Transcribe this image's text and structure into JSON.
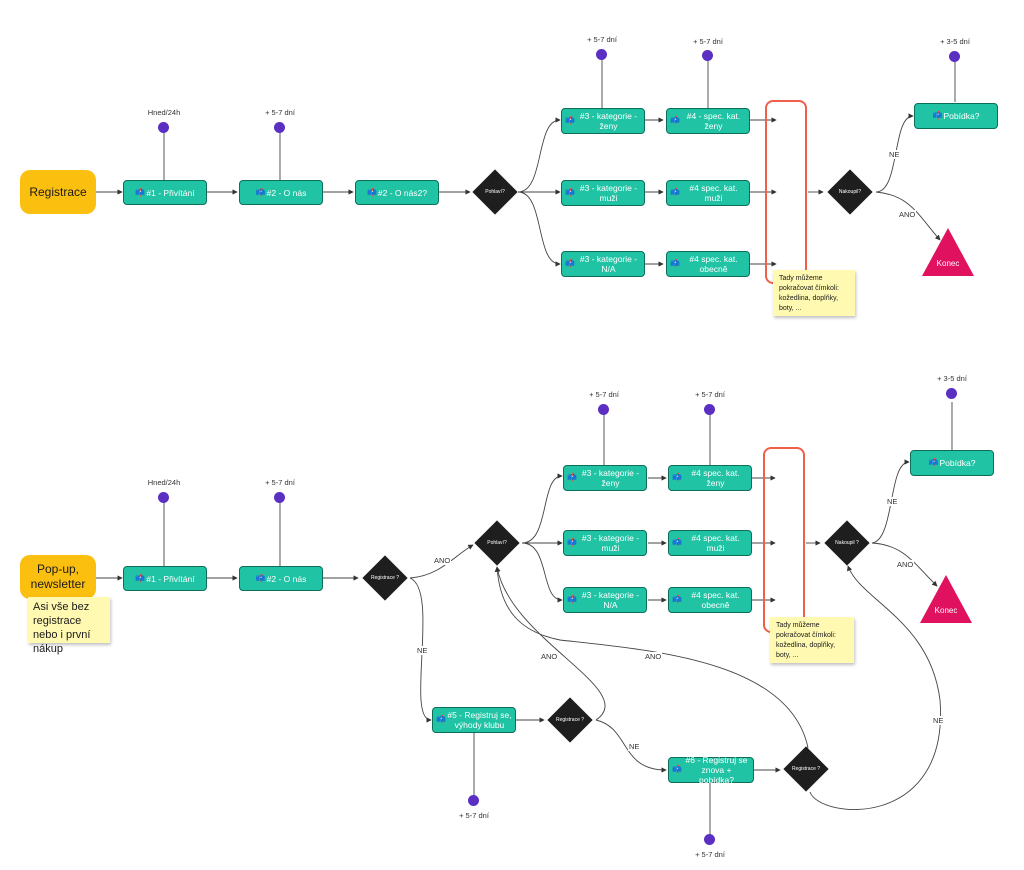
{
  "colors": {
    "teal": "#20c4a4",
    "start": "#fbbf10",
    "note": "#fff9b1",
    "decision": "#1e1e1e",
    "end": "#e0115f",
    "timer_dot": "#5b2fc2",
    "frame": "#ef5f4a"
  },
  "icons": {
    "email": "envelope-icon",
    "timer": "timer-dot"
  },
  "flow1": {
    "start": "Registrace",
    "e1": "#1 - Přivítání",
    "e2": "#2 - O nás",
    "e3": "#2 - O nás2?",
    "gender": "Pohlaví?",
    "cat_f": "#3 - kategorie - ženy",
    "cat_m": "#3 - kategorie - muži",
    "cat_na": "#3 - kategorie - N/A",
    "spec_f": "#4 - spec. kat. ženy",
    "spec_m": "#4 spec. kat. muži",
    "spec_na": "#4 spec. kat. obecně",
    "bought": "Nakoupil?",
    "offer": "Pobídka?",
    "end": "Konec",
    "note": "Tady můžeme pokračovat čímkoli: kožedlina, doplňky, boty, ...",
    "t_e1": "Hned/24h",
    "t_e2": "+ 5-7 dní",
    "t_cat": "+ 5-7 dní",
    "t_spec": "+ 5-7 dní",
    "t_offer": "+ 3-5 dní",
    "ne": "NE",
    "ano": "ANO"
  },
  "flow2": {
    "start": "Pop-up, newsletter",
    "start_note": "Asi vše bez registrace nebo i první nákup",
    "e1": "#1 - Přivítání",
    "e2": "#2 - O nás",
    "reg1": "Registrace ?",
    "gender": "Pohlaví?",
    "cat_f": "#3 - kategorie - ženy",
    "cat_m": "#3 - kategorie - muži",
    "cat_na": "#3 - kategorie - N/A",
    "spec_f": "#4 spec. kat. ženy",
    "spec_m": "#4 spec. kat. muži",
    "spec_na": "#4 spec. kat. obecně",
    "bought": "Nakoupil ?",
    "offer": "Pobídka?",
    "end": "Konec",
    "note": "Tady můžeme pokračovat čímkoli: kožedlina, doplňky, boty, ...",
    "reg_join": "#5 - Registruj se, výhody klubu",
    "reg2": "Registrace ?",
    "reg_again": "#6 - Registruj se znova + pobídka?",
    "reg3": "Registrace ?",
    "t_e1": "Hned/24h",
    "t_e2": "+ 5-7 dní",
    "t_cat": "+ 5-7 dní",
    "t_spec": "+ 5-7 dní",
    "t_offer": "+ 3-5 dní",
    "t_join": "+ 5-7 dní",
    "t_again": "+ 5-7 dní",
    "ano": "ANO",
    "ne": "NE"
  }
}
